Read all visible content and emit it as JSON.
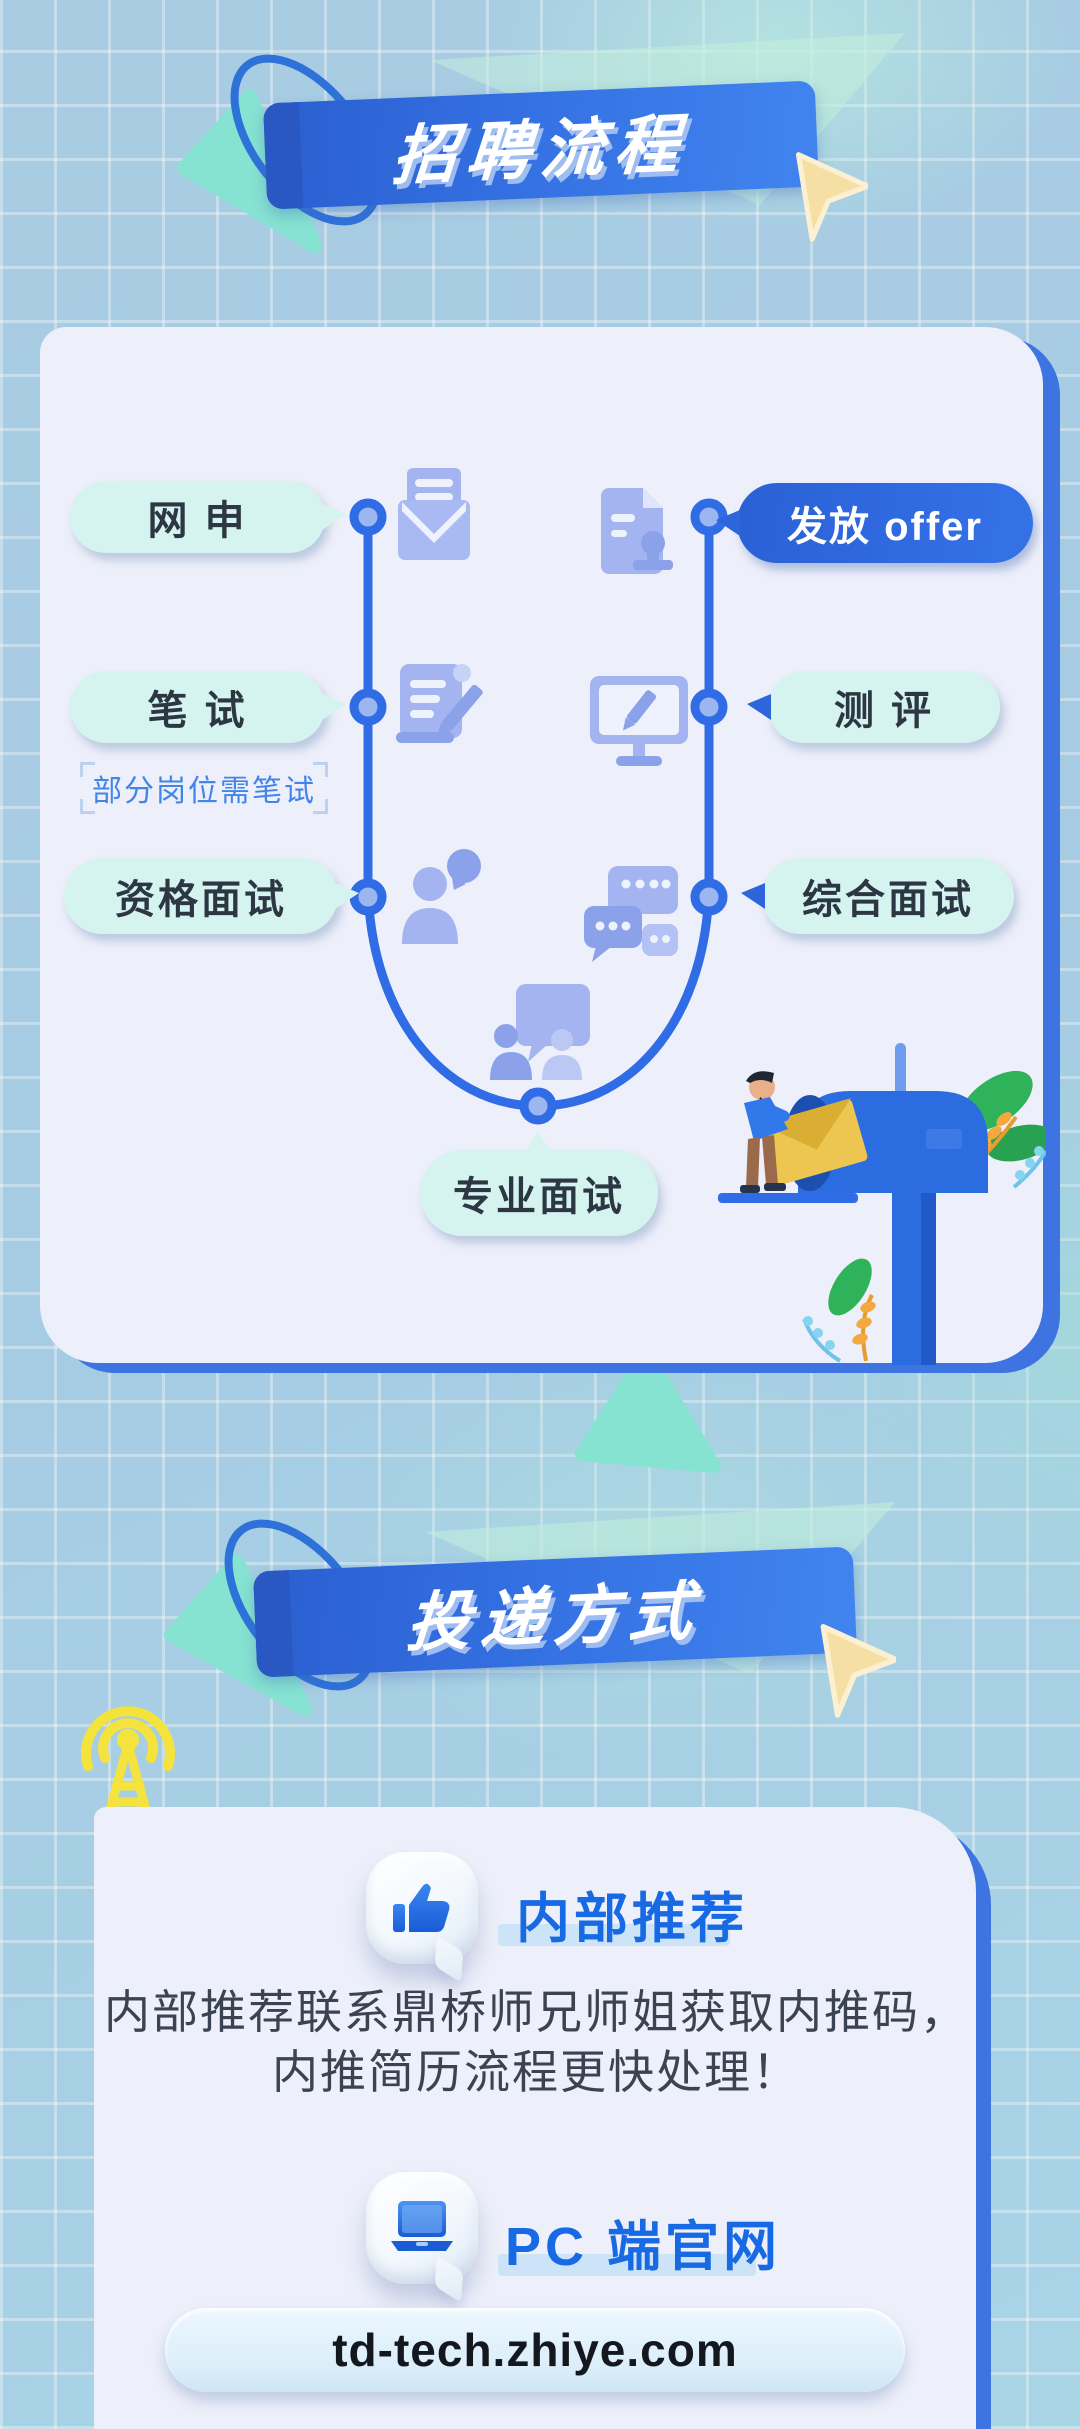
{
  "banners": {
    "process_title": "招聘流程",
    "apply_title": "投递方式"
  },
  "flow": {
    "steps": [
      {
        "label": "网 申"
      },
      {
        "label": "发放 offer"
      },
      {
        "label": "笔 试"
      },
      {
        "label": "测 评"
      },
      {
        "label": "资格面试"
      },
      {
        "label": "综合面试"
      },
      {
        "label": "专业面试"
      }
    ],
    "written_test_note": "部分岗位需笔试"
  },
  "referral": {
    "heading": "内部推荐",
    "line1": "内部推荐联系鼎桥师兄师姐获取内推码，",
    "line2": "内推简历流程更快处理！"
  },
  "website": {
    "heading": "PC 端官网",
    "url": "td-tech.zhiye.com"
  },
  "icons": {
    "envelope": "open envelope with letter",
    "document_person": "document with applicant stamp",
    "scroll_pencil": "scroll paper with pencil",
    "monitor_pencil": "monitor with pencil",
    "person_speech": "person with speech bubble",
    "chat_bubbles": "chat message bubbles",
    "group_discussion": "two people discussion bubble",
    "thumbs_up": "thumbs up in speech bubble",
    "laptop": "laptop in speech bubble",
    "antenna": "radio tower signal",
    "mailbox": "person putting envelope into mailbox",
    "cursor": "yellow pointer arrow"
  },
  "colors": {
    "accent_blue": "#2f6ce5",
    "ribbon_blue": "#3470e2",
    "mint_bubble": "#d5f4f0",
    "mint_triangle": "#86e2d1",
    "card_bg": "#edeffa",
    "heading_blue": "#176ae3",
    "note_blue": "#4285e8",
    "yellow": "#f4e33d",
    "envelope_yellow": "#ecc651",
    "leaf_green": "#2fb35a",
    "fern_orange": "#f3a93d",
    "fern_blue": "#86d4f0"
  }
}
